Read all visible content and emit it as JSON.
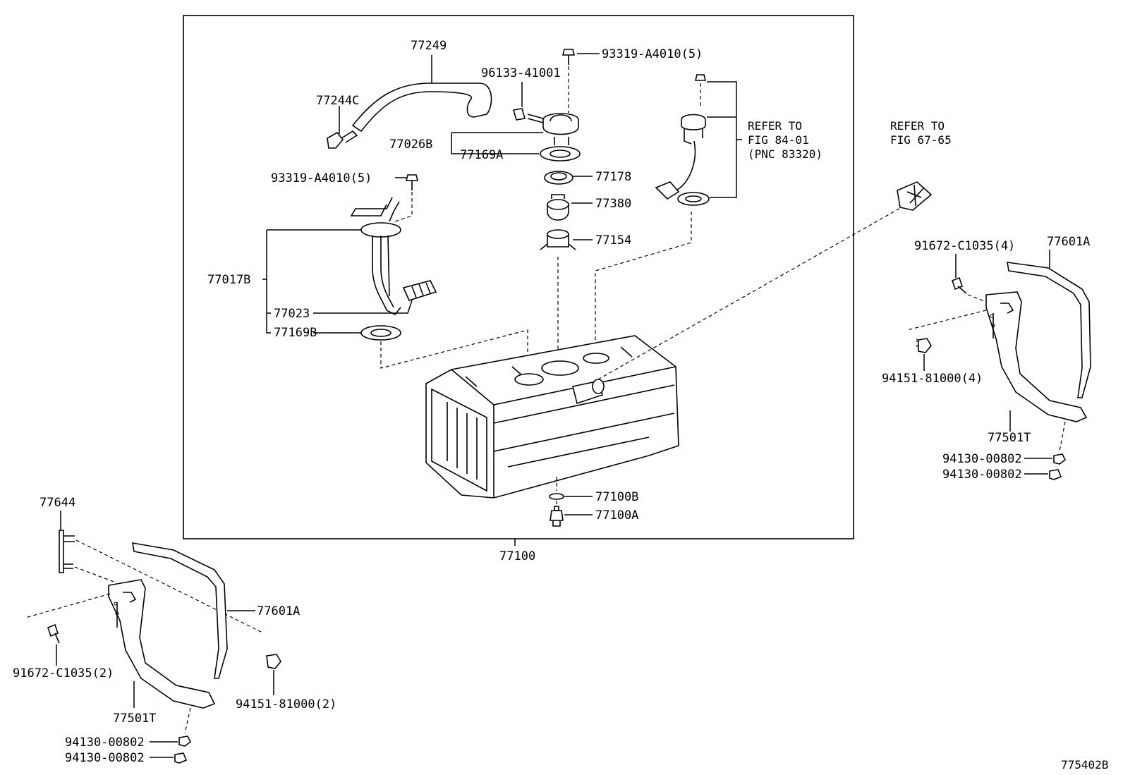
{
  "diagram_id": "775402B",
  "refs": {
    "r1": [
      "REFER TO",
      "FIG 84-01",
      "(PNC 83320)"
    ],
    "r2": [
      "REFER TO",
      "FIG 67-65"
    ]
  },
  "labels": {
    "p77249": "77249",
    "p77244c": "77244C",
    "p96133": "96133-41001",
    "p93319_top": "93319-A4010(5)",
    "p77026b": "77026B",
    "p77169a": "77169A",
    "p93319_left": "93319-A4010(5)",
    "p77178": "77178",
    "p77380": "77380",
    "p77154": "77154",
    "p77017b": "77017B",
    "p77023": "77023",
    "p77169b": "77169B",
    "p77100b": "77100B",
    "p77100a": "77100A",
    "p77100": "77100",
    "p91672_r": "91672-C1035(4)",
    "p77601a_r": "77601A",
    "p94151_r": "94151-81000(4)",
    "p77501t_r": "77501T",
    "p94130_r1": "94130-00802",
    "p94130_r2": "94130-00802",
    "p77644": "77644",
    "p77601a_l": "77601A",
    "p91672_l": "91672-C1035(2)",
    "p94151_l": "94151-81000(2)",
    "p77501t_l": "77501T",
    "p94130_l1": "94130-00802",
    "p94130_l2": "94130-00802"
  }
}
